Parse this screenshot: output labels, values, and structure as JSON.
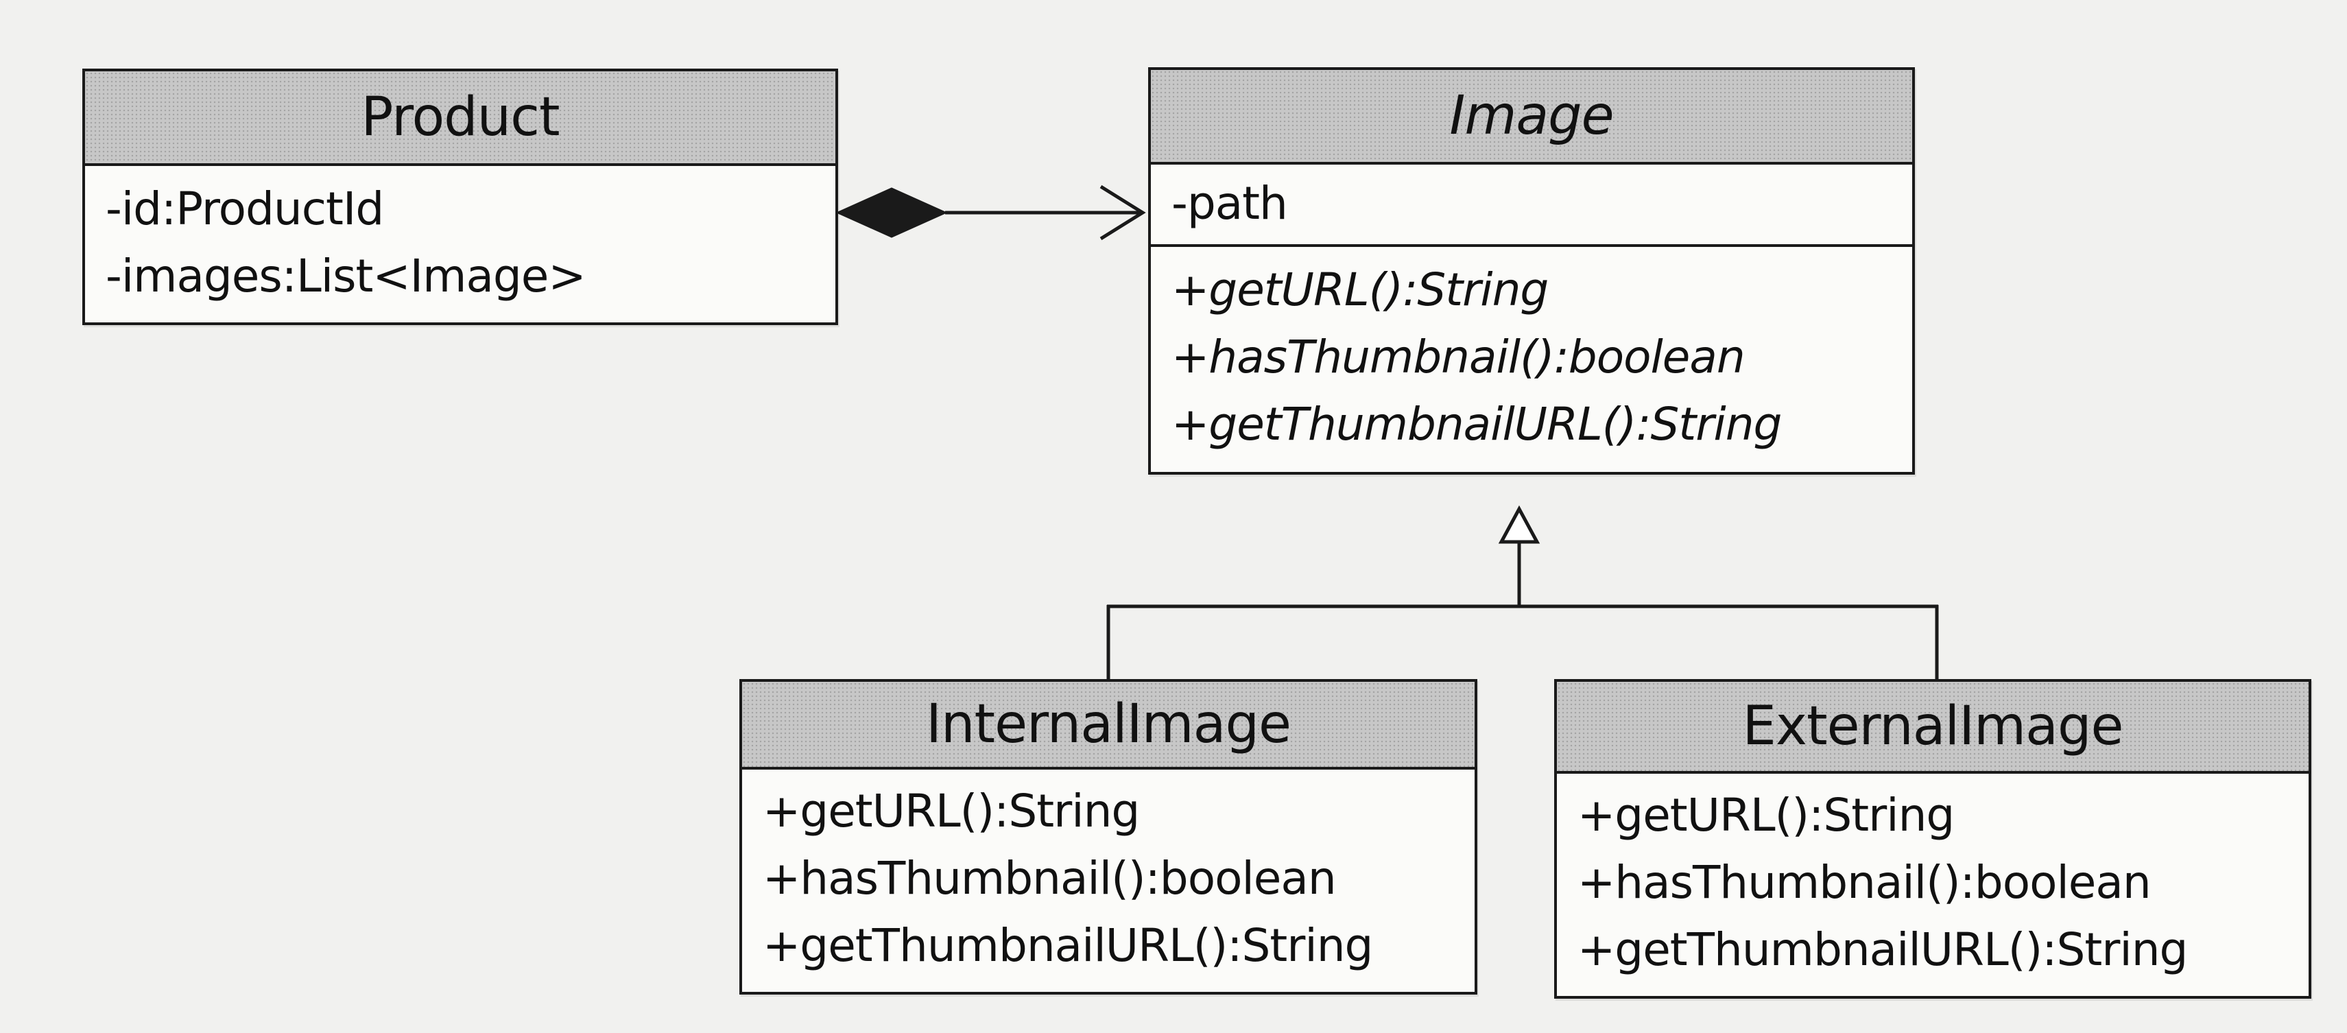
{
  "classes": {
    "product": {
      "name": "Product",
      "attributes": [
        "-id:ProductId",
        "-images:List<Image>"
      ]
    },
    "image": {
      "name": "Image",
      "abstract": true,
      "attributes": [
        "-path"
      ],
      "operations": [
        "+getURL():String",
        "+hasThumbnail():boolean",
        "+getThumbnailURL():String"
      ]
    },
    "internal_image": {
      "name": "InternalImage",
      "operations": [
        "+getURL():String",
        "+hasThumbnail():boolean",
        "+getThumbnailURL():String"
      ]
    },
    "external_image": {
      "name": "ExternalImage",
      "operations": [
        "+getURL():String",
        "+hasThumbnail():boolean",
        "+getThumbnailURL():String"
      ]
    }
  },
  "relationships": [
    {
      "type": "composition",
      "from": "Product",
      "to": "Image"
    },
    {
      "type": "generalization",
      "from": "InternalImage",
      "to": "Image"
    },
    {
      "type": "generalization",
      "from": "ExternalImage",
      "to": "Image"
    }
  ],
  "colors": {
    "line": "#1a1a1a",
    "header_fill": "#c7c7c7",
    "box_fill": "#fbfbf9",
    "background": "#f1f1ef"
  }
}
